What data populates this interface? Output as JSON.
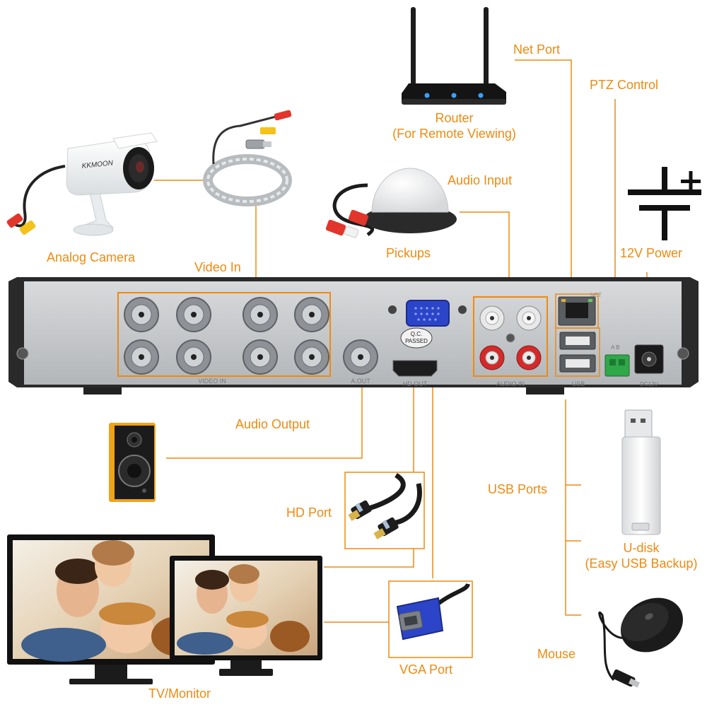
{
  "labels": {
    "net_port": "Net Port",
    "ptz_control": "PTZ Control",
    "router": "Router",
    "router_sub": "(For Remote Viewing)",
    "audio_input": "Audio Input",
    "pickups": "Pickups",
    "power_12v": "12V Power",
    "analog_camera": "Analog Camera",
    "video_in": "Video In",
    "audio_output": "Audio Output",
    "usb_ports": "USB Ports",
    "hd_port": "HD Port",
    "u_disk": "U-disk",
    "u_disk_sub": "(Easy USB Backup)",
    "mouse": "Mouse",
    "vga_port": "VGA Port",
    "tv_monitor": "TV/Monitor"
  },
  "device": {
    "camera_brand": "KKMOON",
    "qc_badge_line1": "Q.C.",
    "qc_badge_line2": "PASSED",
    "panel_video_in": "VIDEO IN",
    "panel_a_out": "A.OUT",
    "panel_hd_out": "HD OUT",
    "panel_audio_in": "AUDIO IN",
    "panel_usb": "USB",
    "panel_net": "NET",
    "panel_ab": "A B",
    "panel_dc": "DC12V"
  },
  "colors": {
    "accent": "#ee8a10",
    "chassis": "#c5c7c9",
    "chassis_dark": "#2a2a2a",
    "vga_blue": "#2c45c8",
    "router_led": "#3aa0ff",
    "terminal_green": "#2fa84a"
  }
}
